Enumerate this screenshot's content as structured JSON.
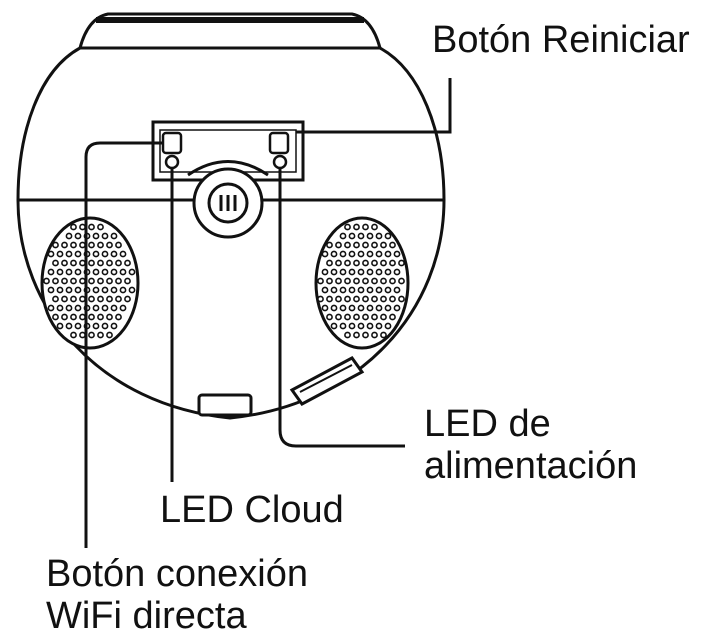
{
  "labels": {
    "reset_button": "Botón Reiniciar",
    "power_led_line1": "LED de",
    "power_led_line2": "alimentación",
    "cloud_led": "LED Cloud",
    "wifi_button_line1": "Botón conexión",
    "wifi_button_line2": "WiFi directa"
  },
  "colors": {
    "line": "#111111",
    "background": "#ffffff"
  }
}
